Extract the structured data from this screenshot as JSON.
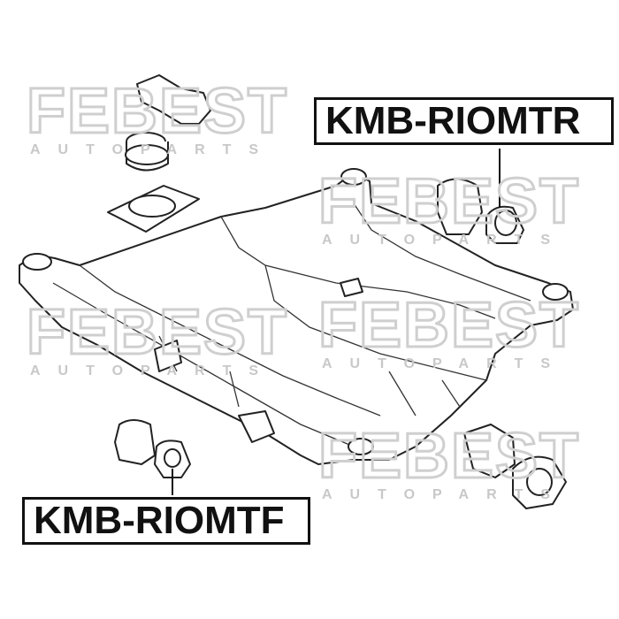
{
  "watermark": {
    "brand": "FEBEST",
    "tagline": "AUTO PARTS"
  },
  "labels": {
    "rear_mount": "KMB-RIOMTR",
    "front_mount": "KMB-RIOMTF"
  },
  "colors": {
    "line": "#222222",
    "watermark": "#d6d6d6",
    "background": "#ffffff"
  }
}
